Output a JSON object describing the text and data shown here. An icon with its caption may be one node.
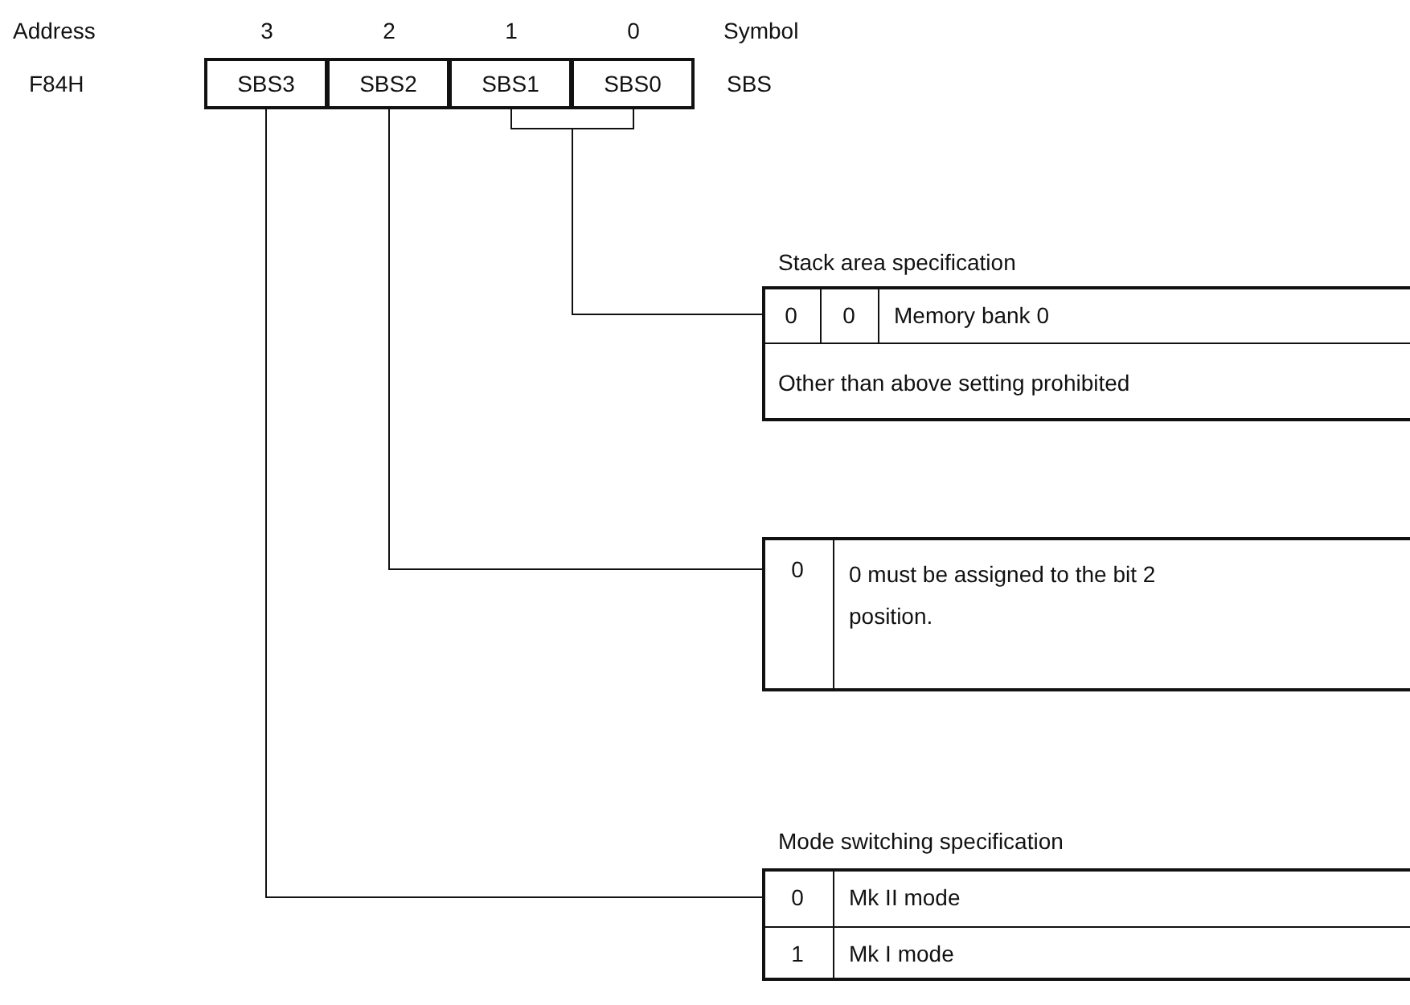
{
  "diagram": {
    "nodes": [
      {
        "text": [
          "SBS3"
        ]
      },
      {
        "text": [
          "SBS2"
        ]
      },
      {
        "text": [
          "SBS1"
        ]
      },
      {
        "text": [
          "SBS0"
        ]
      },
      {
        "text": [
          "Stack area specification",
          "0",
          "0",
          "Memory bank 0",
          "Other than above setting prohibited"
        ]
      },
      {
        "text": [
          "0",
          "0 must be assigned to the bit 2 position."
        ]
      },
      {
        "text": [
          "Mode switching specification",
          "0",
          "Mk II mode",
          "1",
          "Mk I mode"
        ]
      }
    ],
    "edges": [
      {
        "from": 2,
        "to": 4,
        "arrow": "none"
      },
      {
        "from": 3,
        "to": 4,
        "arrow": "none"
      },
      {
        "from": 1,
        "to": 5,
        "arrow": "none"
      },
      {
        "from": 0,
        "to": 6,
        "arrow": "none"
      }
    ],
    "labels": [
      "Address",
      "3",
      "2",
      "1",
      "0",
      "Symbol",
      "F84H",
      "SBS"
    ]
  }
}
